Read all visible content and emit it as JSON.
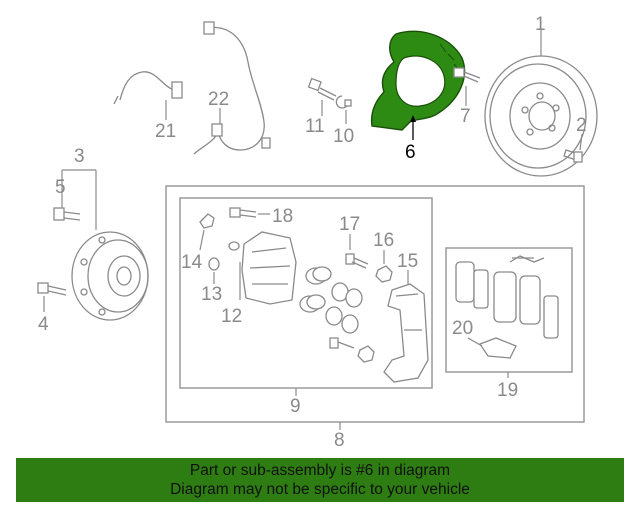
{
  "diagram": {
    "callouts": {
      "c1": "1",
      "c2": "2",
      "c3": "3",
      "c4": "4",
      "c5": "5",
      "c6": "6",
      "c7": "7",
      "c8": "8",
      "c9": "9",
      "c10": "10",
      "c11": "11",
      "c12": "12",
      "c13": "13",
      "c14": "14",
      "c15": "15",
      "c16": "16",
      "c17": "17",
      "c18": "18",
      "c19": "19",
      "c20": "20",
      "c21": "21",
      "c22": "22"
    },
    "highlighted_part": "6",
    "colors": {
      "highlight": "#2d8a12",
      "line": "#8a8a8a",
      "banner": "#2d7d12"
    }
  },
  "banner": {
    "line1": "Part or sub-assembly is #6 in diagram",
    "line2": "Diagram may not be specific to your vehicle"
  }
}
